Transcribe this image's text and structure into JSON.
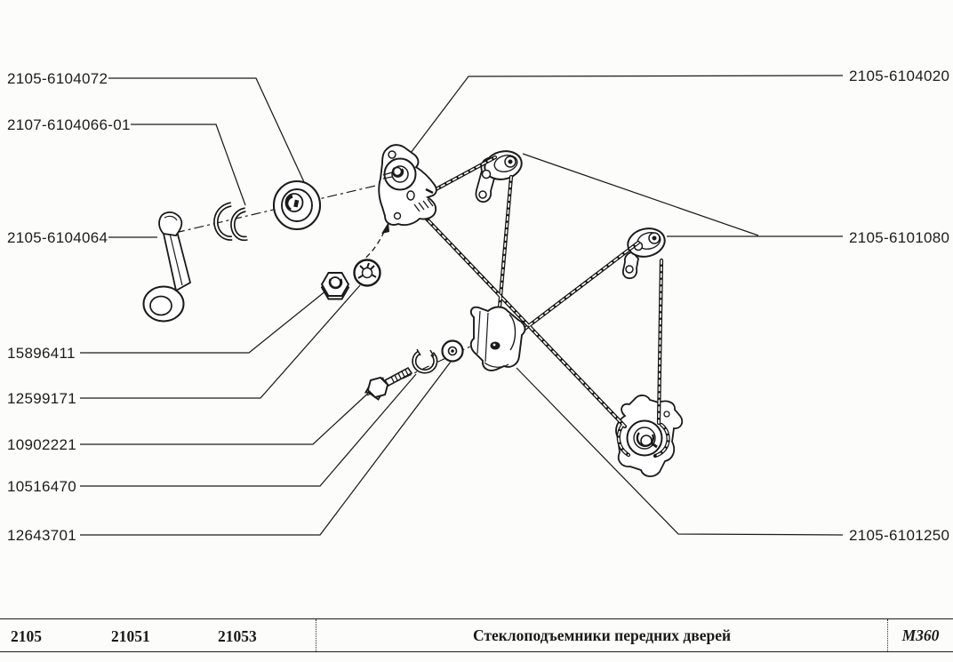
{
  "page": {
    "bg": "#fcfcfa",
    "ink": "#1a1a1a"
  },
  "callouts": {
    "left": [
      {
        "text": "2105-6104072"
      },
      {
        "text": "2107-6104066-01"
      },
      {
        "text": "2105-6104064"
      },
      {
        "text": "15896411"
      },
      {
        "text": "12599171"
      },
      {
        "text": "10902221"
      },
      {
        "text": "10516470"
      },
      {
        "text": "12643701"
      }
    ],
    "right": [
      {
        "text": "2105-6104020"
      },
      {
        "text": "2105-6101080"
      },
      {
        "text": "2105-6101250"
      }
    ]
  },
  "footer": {
    "models": [
      "2105",
      "21051",
      "21053"
    ],
    "title": "Стеклоподъемники передних дверей",
    "code": "М360"
  }
}
